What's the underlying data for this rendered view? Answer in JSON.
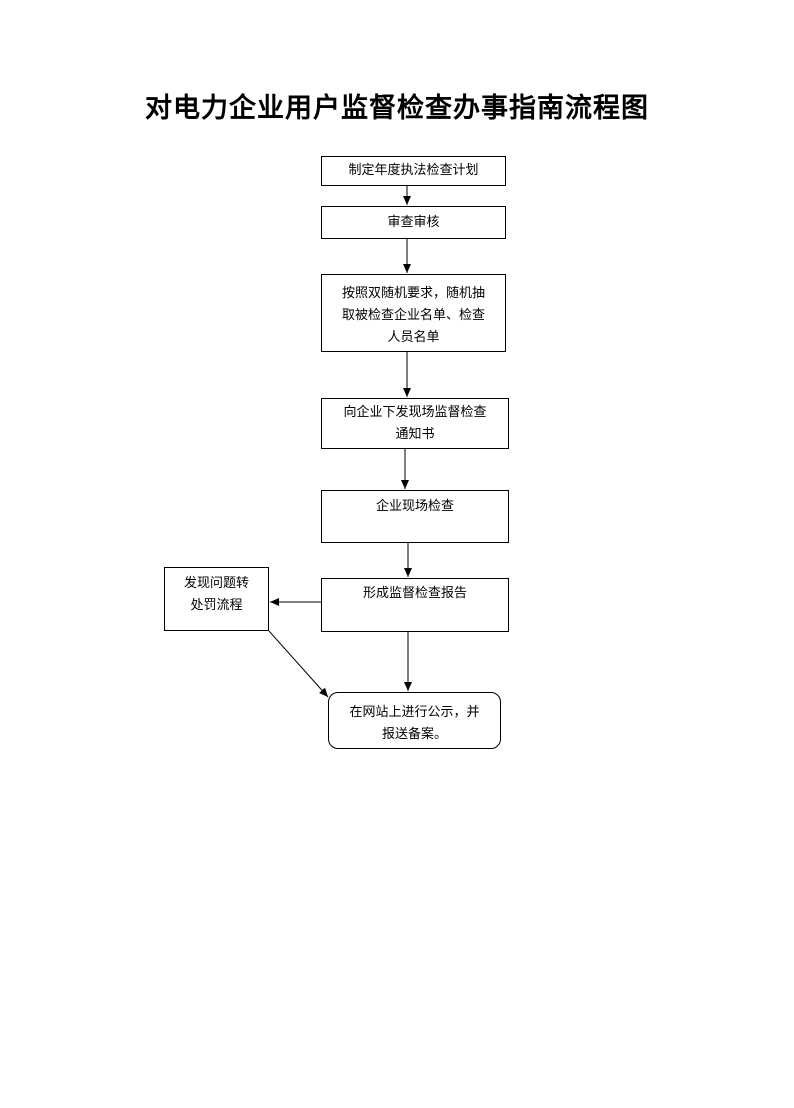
{
  "title": "对电力企业用户监督检查办事指南流程图",
  "steps": [
    {
      "lines": [
        "制定年度执法检查计划"
      ]
    },
    {
      "lines": [
        "审查审核"
      ]
    },
    {
      "lines": [
        "按照双随机要求，随机抽",
        "取被检查企业名单、检查",
        "人员名单"
      ]
    },
    {
      "lines": [
        "向企业下发现场监督检查",
        "通知书"
      ]
    },
    {
      "lines": [
        "企业现场检查"
      ]
    },
    {
      "lines": [
        "形成监督检查报告"
      ]
    },
    {
      "lines": [
        "在网站上进行公示，并",
        "报送备案。"
      ]
    }
  ],
  "side_step": {
    "lines": [
      "发现问题转",
      "处罚流程"
    ]
  }
}
